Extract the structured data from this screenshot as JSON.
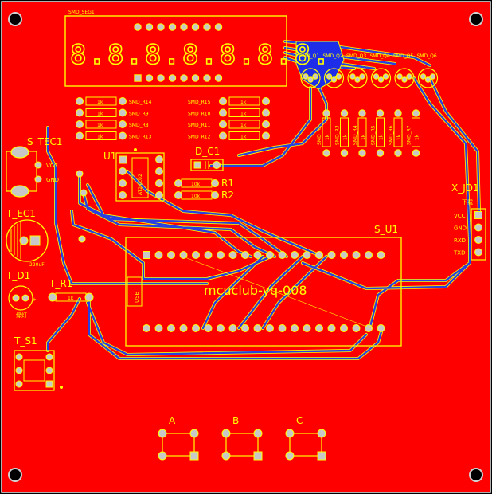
{
  "colors": {
    "board_fill": "#ff0000",
    "board_outline": "#e8e8e8",
    "silkscreen": "#ffff00",
    "trace_bottom": "#2a3fe0",
    "trace_top_outline": "#ffff00",
    "pad_ring": "#c8c8c8",
    "copper_pour_blue": "#1e2ee8"
  },
  "labels": {
    "seg_title": "SMD_SEG1",
    "seg_digits": "8.8.8.8.8.8.8.",
    "stec1": "S_TEC1",
    "stec1_vcc": "VCC",
    "stec1_gnd": "GND",
    "tec1": "T_EC1",
    "tec1_value": "220uF",
    "td1": "T_D1",
    "td1_note": "绿灯",
    "tr1": "T_R1",
    "tr1_value": "1k",
    "ts1": "T_S1",
    "u1": "U1",
    "u1_part": "AT24C02",
    "dc1": "D_C1",
    "r1": "R1",
    "r2": "R2",
    "r1_value": "10k",
    "r2_value": "10k",
    "xjd1": "X_JD1",
    "xjd1_note": "下载",
    "xjd1_pins": [
      "VCC",
      "GND",
      "RXD",
      "TXD"
    ],
    "su1": "S_U1",
    "su1_name": "mcuclub-yq-008",
    "su1_usb": "USB",
    "btn_a": "A",
    "btn_b": "B",
    "btn_c": "C"
  },
  "resistor_arrays": {
    "left": [
      {
        "name": "SMD_R14",
        "value": "1k"
      },
      {
        "name": "SMD_R9",
        "value": "1k"
      },
      {
        "name": "SMD_R8",
        "value": "1k"
      },
      {
        "name": "SMD_R13",
        "value": "1k"
      }
    ],
    "right": [
      {
        "name": "SMD_R15",
        "value": "1k"
      },
      {
        "name": "SMD_R10",
        "value": "1k"
      },
      {
        "name": "SMD_R11",
        "value": "1k"
      },
      {
        "name": "SMD_R12",
        "value": "1k"
      }
    ]
  },
  "transistors": [
    "SMD_Q1",
    "SMD_Q2",
    "SMD_Q3",
    "SMD_Q4",
    "SMD_Q5",
    "SMD_Q6"
  ],
  "vertical_resistors": [
    {
      "name": "SMD_R2",
      "value": "1k"
    },
    {
      "name": "SMD_R3",
      "value": "1k"
    },
    {
      "name": "SMD_R4",
      "value": "1k"
    },
    {
      "name": "SMD_R5",
      "value": "1k"
    },
    {
      "name": "SMD_R6",
      "value": "1k"
    },
    {
      "name": "SMD_R7",
      "value": "1k"
    }
  ]
}
